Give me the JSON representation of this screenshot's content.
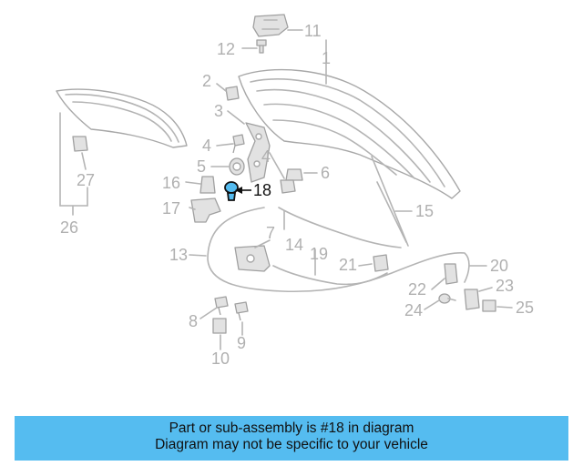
{
  "diagram": {
    "callouts": {
      "c1": "1",
      "c2": "2",
      "c3": "3",
      "c4a": "4",
      "c4b": "4",
      "c5": "5",
      "c6": "6",
      "c7": "7",
      "c8": "8",
      "c9": "9",
      "c10": "10",
      "c11": "11",
      "c12": "12",
      "c13": "13",
      "c14": "14",
      "c15": "15",
      "c16": "16",
      "c17": "17",
      "c18": "18",
      "c19": "19",
      "c20": "20",
      "c21": "21",
      "c22": "22",
      "c23": "23",
      "c24": "24",
      "c25": "25",
      "c26": "26",
      "c27": "27"
    },
    "highlighted_part": "18",
    "highlight_color": "#55bcf0"
  },
  "banner": {
    "line1": "Part or sub-assembly is #18 in diagram",
    "line2": "Diagram may not be specific to your vehicle",
    "background": "#55bcf0"
  }
}
